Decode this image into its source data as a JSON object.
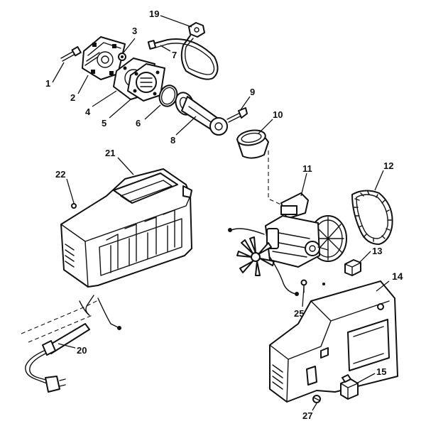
{
  "callouts": [
    {
      "id": "1",
      "text": "1"
    },
    {
      "id": "2",
      "text": "2"
    },
    {
      "id": "3",
      "text": "3"
    },
    {
      "id": "4",
      "text": "4"
    },
    {
      "id": "5",
      "text": "5"
    },
    {
      "id": "6",
      "text": "6"
    },
    {
      "id": "7",
      "text": "7"
    },
    {
      "id": "8",
      "text": "8"
    },
    {
      "id": "9",
      "text": "9"
    },
    {
      "id": "10",
      "text": "10"
    },
    {
      "id": "11",
      "text": "11"
    },
    {
      "id": "12",
      "text": "12"
    },
    {
      "id": "13",
      "text": "13"
    },
    {
      "id": "14",
      "text": "14"
    },
    {
      "id": "15",
      "text": "15"
    },
    {
      "id": "19",
      "text": "19"
    },
    {
      "id": "20",
      "text": "20"
    },
    {
      "id": "21",
      "text": "21"
    },
    {
      "id": "22",
      "text": "22"
    },
    {
      "id": "25",
      "text": "25"
    },
    {
      "id": "27",
      "text": "27"
    }
  ]
}
